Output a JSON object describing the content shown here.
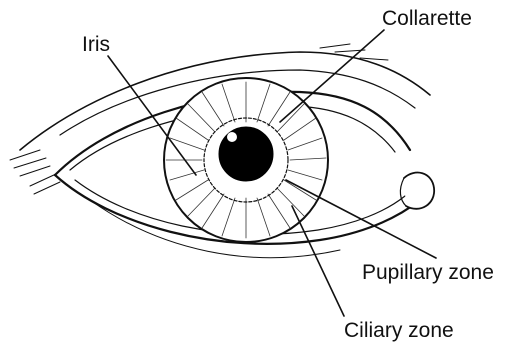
{
  "labels": {
    "iris": "Iris",
    "collarette": "Collarette",
    "pupillary_zone": "Pupillary zone",
    "ciliary_zone": "Ciliary zone"
  },
  "colors": {
    "line": "#111111",
    "background": "#ffffff"
  }
}
